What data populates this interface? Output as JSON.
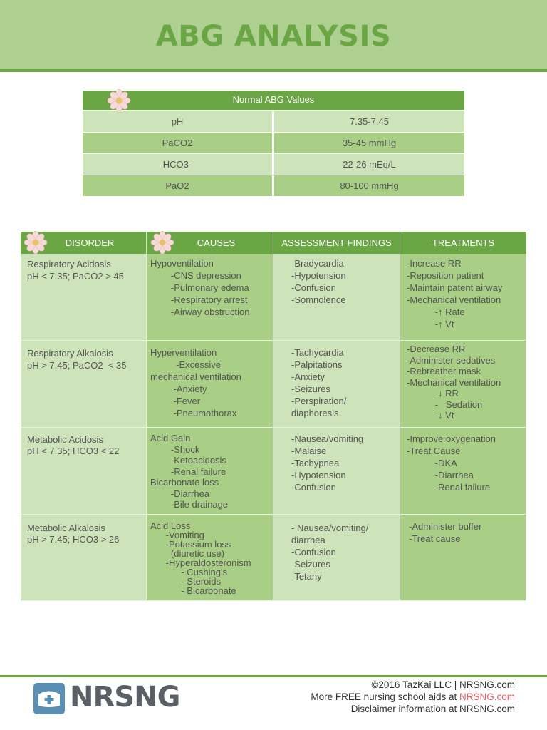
{
  "header": {
    "title": "ABG ANALYSIS"
  },
  "normal_table": {
    "title": "Normal ABG Values",
    "rows": [
      {
        "name": "pH",
        "value": "7.35-7.45"
      },
      {
        "name": "PaCO2",
        "value": "35-45 mmHg"
      },
      {
        "name": "HCO3-",
        "value": "22-26 mEq/L"
      },
      {
        "name": "PaO2",
        "value": "80-100 mmHg"
      }
    ]
  },
  "disorder_table": {
    "headers": [
      "DISORDER",
      "CAUSES",
      "ASSESSMENT FINDINGS",
      "TREATMENTS"
    ],
    "rows": [
      {
        "disorder": [
          "Respiratory Acidosis",
          "pH < 7.35; PaCO2 > 45"
        ],
        "causes": [
          "Hypoventilation",
          "        -CNS depression",
          "        -Pulmonary edema",
          "        -Respiratory arrest",
          "        -Airway obstruction"
        ],
        "findings": [
          "-Bradycardia",
          "-Hypotension",
          "-Confusion",
          "-Somnolence"
        ],
        "treatments": [
          "-Increase RR",
          "-Reposition patient",
          "-Maintain patent airway",
          "-Mechanical ventilation",
          "           -↑ Rate",
          "           -↑ Vt"
        ]
      },
      {
        "disorder": [
          "Respiratory Alkalosis",
          "pH > 7.45; PaCO2  < 35"
        ],
        "causes": [
          "Hyperventilation",
          "          -Excessive",
          "mechanical ventilation",
          "         -Anxiety",
          "         -Fever",
          "         -Pneumothorax"
        ],
        "findings": [
          "-Tachycardia",
          "-Palpitations",
          "-Anxiety",
          "-Seizures",
          "-Perspiration/",
          "diaphoresis"
        ],
        "treatments": [
          "-Decrease RR",
          "-Administer sedatives",
          "-Rebreather mask",
          "-Mechanical ventilation",
          "           -↓ RR",
          "           -   Sedation",
          "           -↓ Vt"
        ]
      },
      {
        "disorder": [
          "Metabolic Acidosis",
          "pH < 7.35; HCO3 < 22"
        ],
        "causes": [
          "Acid Gain",
          "        -Shock",
          "        -Ketoacidosis",
          "        -Renal failure",
          "Bicarbonate loss",
          "        -Diarrhea",
          "        -Bile drainage"
        ],
        "findings": [
          "-Nausea/vomiting",
          "-Malaise",
          "-Tachypnea",
          "-Hypotension",
          "-Confusion"
        ],
        "treatments": [
          "-Improve oxygenation",
          "-Treat Cause",
          "           -DKA",
          "           -Diarrhea",
          "           -Renal failure"
        ]
      },
      {
        "disorder": [
          "Metabolic Alkalosis",
          "pH > 7.45; HCO3 > 26"
        ],
        "causes": [
          "Acid Loss",
          "      -Vomiting",
          "      -Potassium loss",
          "        (diuretic use)",
          "      -Hyperaldosteronism",
          "            - Cushing's",
          "            - Steroids",
          "            - Bicarbonate"
        ],
        "findings": [
          "- Nausea/vomiting/",
          "diarrhea",
          "-Confusion",
          "-Seizures",
          "-Tetany"
        ],
        "treatments": [
          "-Administer buffer",
          "-Treat cause"
        ]
      }
    ]
  },
  "footer": {
    "logo_text": "NRSNG",
    "line1": "©2016 TazKai LLC | NRSNG.com",
    "line2_prefix": "More FREE nursing school aids at ",
    "line2_link": "NRSNG.com",
    "line3": "Disclaimer information at NRSNG.com"
  }
}
